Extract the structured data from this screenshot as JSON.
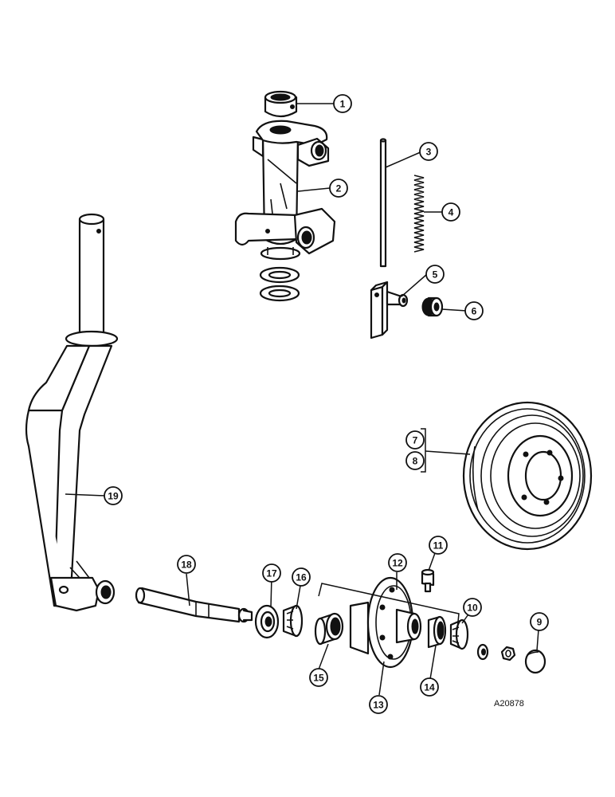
{
  "diagram": {
    "reference_code": "A20878",
    "callouts": [
      "1",
      "2",
      "3",
      "4",
      "5",
      "6",
      "7",
      "8",
      "9",
      "10",
      "11",
      "12",
      "13",
      "14",
      "15",
      "16",
      "17",
      "18",
      "19"
    ]
  }
}
